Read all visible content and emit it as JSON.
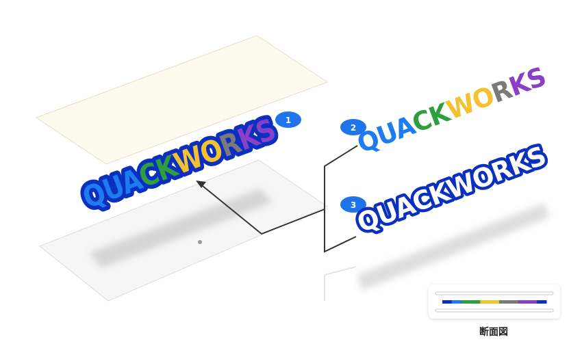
{
  "logo": {
    "letters": [
      "Q",
      "U",
      "A",
      "C",
      "K",
      "W",
      "O",
      "R",
      "K",
      "S"
    ],
    "brand_blue": "#0b2fbf",
    "light_blue": "#1e7bf0",
    "letter_colors": [
      "#1e7bf0",
      "#1e7bf0",
      "#1e7bf0",
      "#2e9e3f",
      "#2e9e3f",
      "#f2c230",
      "#f2c230",
      "#7a7a7a",
      "#8a3fc8",
      "#8a3fc8"
    ]
  },
  "badges": [
    "1",
    "2",
    "3"
  ],
  "badge_color": "#1e74ea",
  "cross_section": {
    "caption": "断面図",
    "stripe_colors": [
      "#0b2fbf",
      "#1e7bf0",
      "#2e9e3f",
      "#2e9e3f",
      "#f2c230",
      "#f2c230",
      "#7a7a7a",
      "#7a7a7a",
      "#8a3fc8",
      "#8a3fc8",
      "#0b2fbf"
    ]
  }
}
